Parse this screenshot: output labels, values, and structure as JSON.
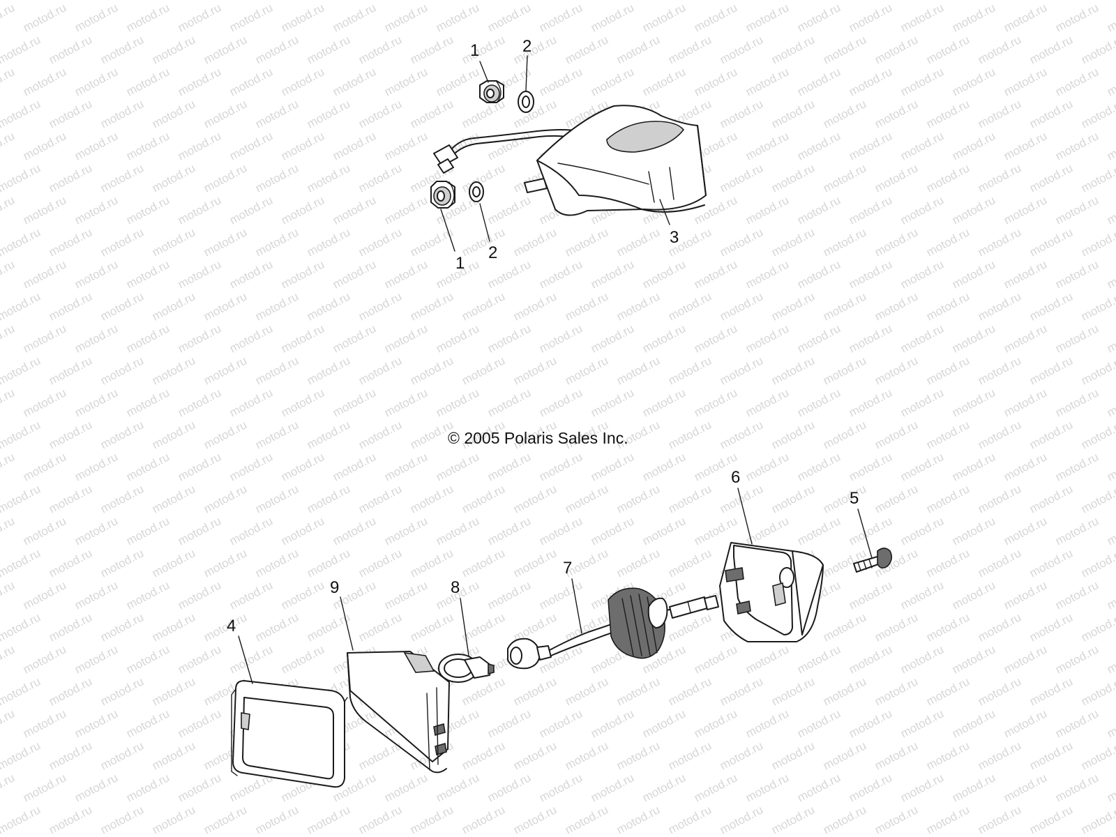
{
  "watermark": {
    "text": "motod.ru",
    "color": "#d6d6d6"
  },
  "copyright": "© 2005 Polaris Sales Inc.",
  "callouts": {
    "c1a": "1",
    "c2a": "2",
    "c1b": "1",
    "c2b": "2",
    "c3": "3",
    "c4": "4",
    "c5": "5",
    "c6": "6",
    "c7": "7",
    "c8": "8",
    "c9": "9"
  },
  "parts": [
    {
      "callout": "1",
      "depicts": "grommet"
    },
    {
      "callout": "2",
      "depicts": "washer"
    },
    {
      "callout": "3",
      "depicts": "tail lamp assembly"
    },
    {
      "callout": "4",
      "depicts": "headlight bezel"
    },
    {
      "callout": "5",
      "depicts": "screw"
    },
    {
      "callout": "6",
      "depicts": "headlight housing"
    },
    {
      "callout": "7",
      "depicts": "wiring harness with connector"
    },
    {
      "callout": "8",
      "depicts": "bulb"
    },
    {
      "callout": "9",
      "depicts": "headlight lens"
    }
  ]
}
